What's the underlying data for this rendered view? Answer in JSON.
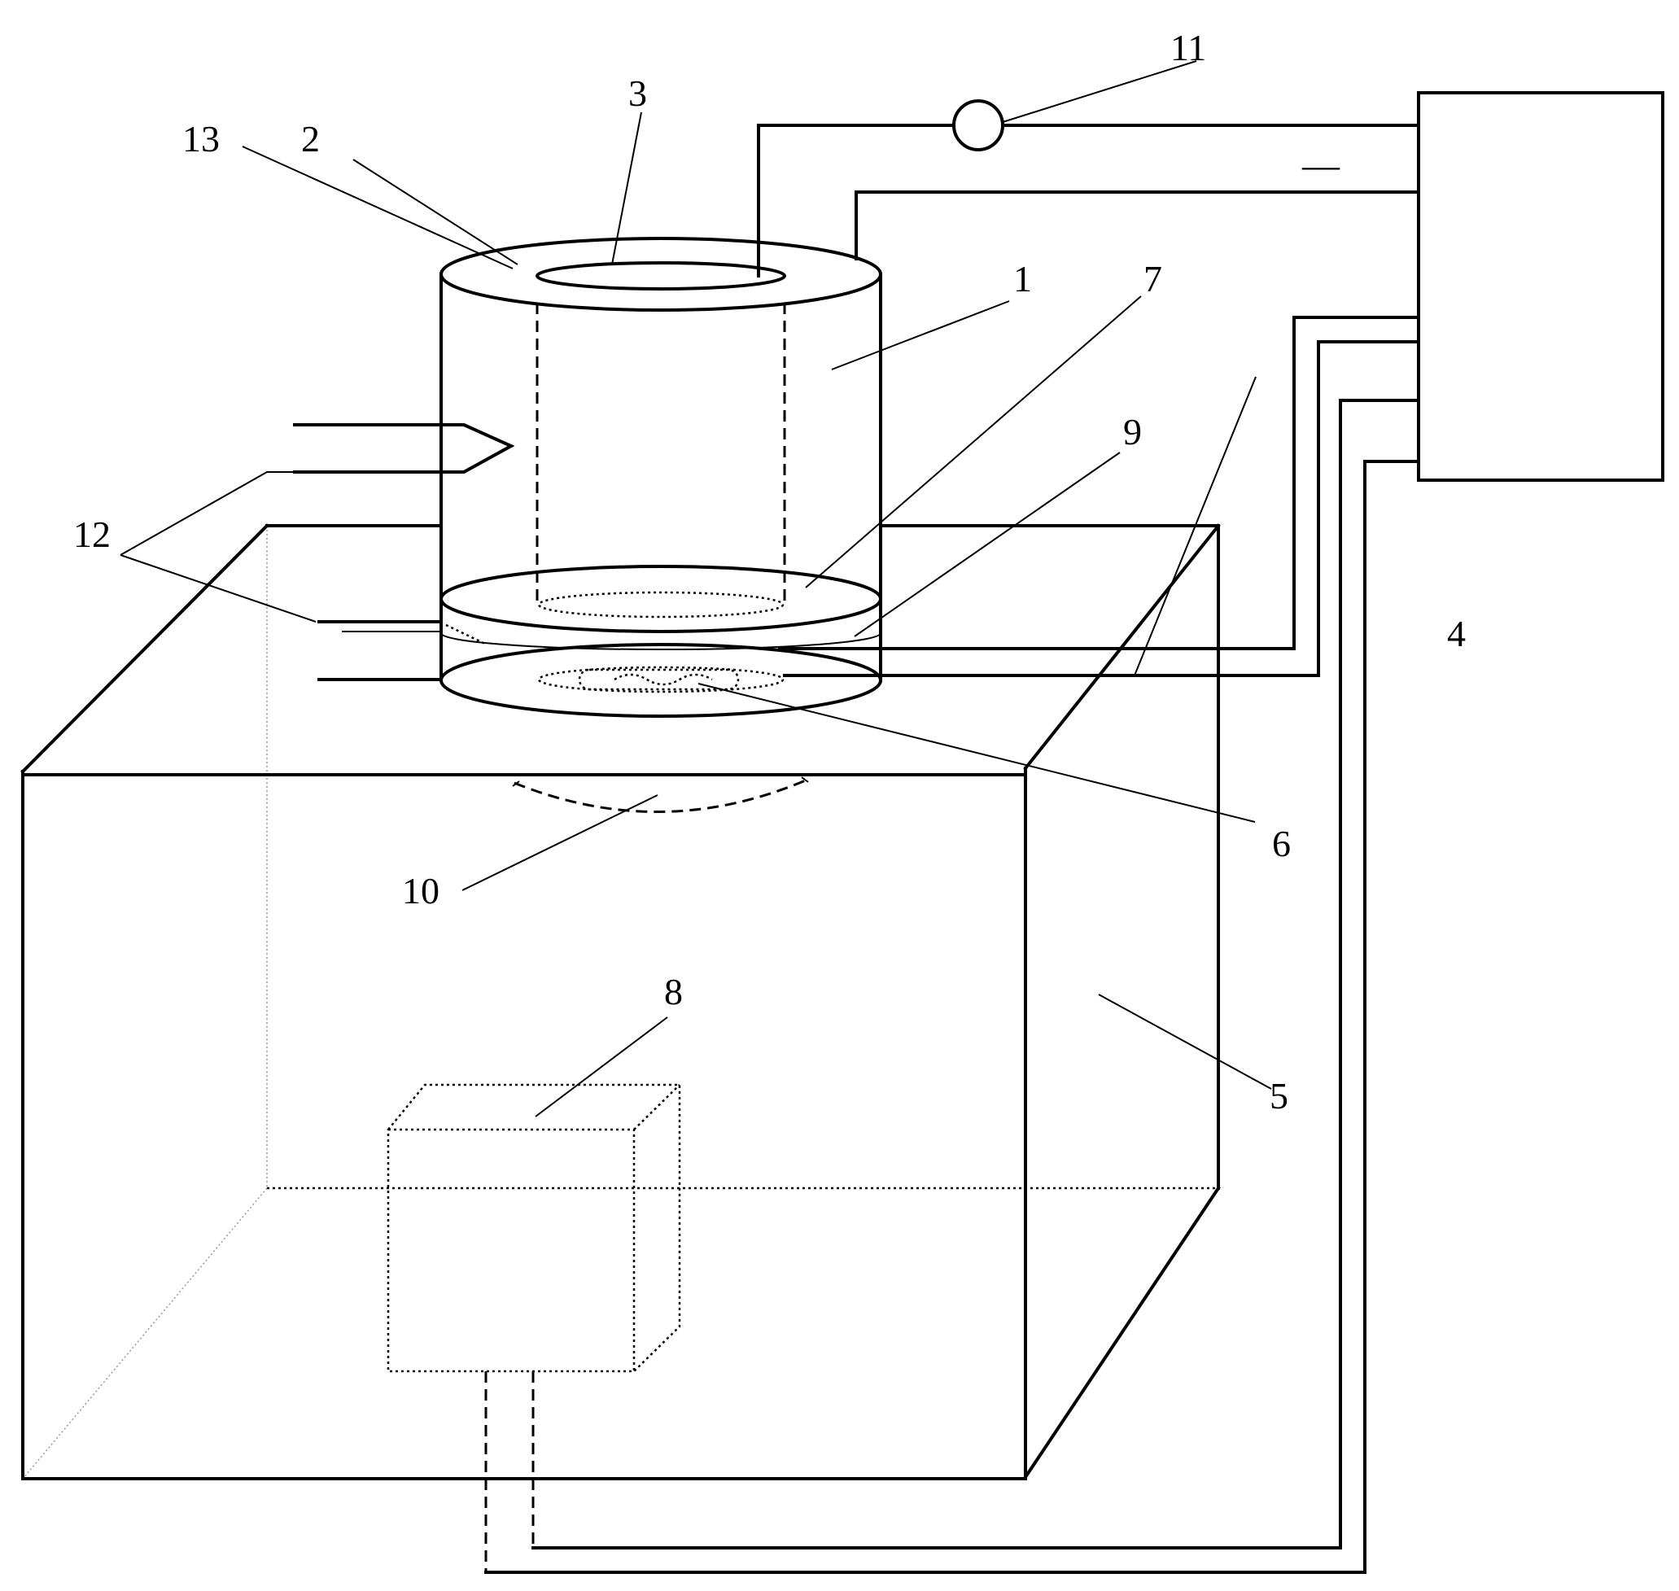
{
  "diagram": {
    "labels": {
      "l1": "1",
      "l2": "2",
      "l3": "3",
      "l4": "4",
      "l5": "5",
      "l6": "6",
      "l7": "7",
      "l8": "8",
      "l9": "9",
      "l10": "10",
      "l11": "11",
      "l12": "12",
      "l13": "13"
    },
    "minus_sign": "—"
  }
}
